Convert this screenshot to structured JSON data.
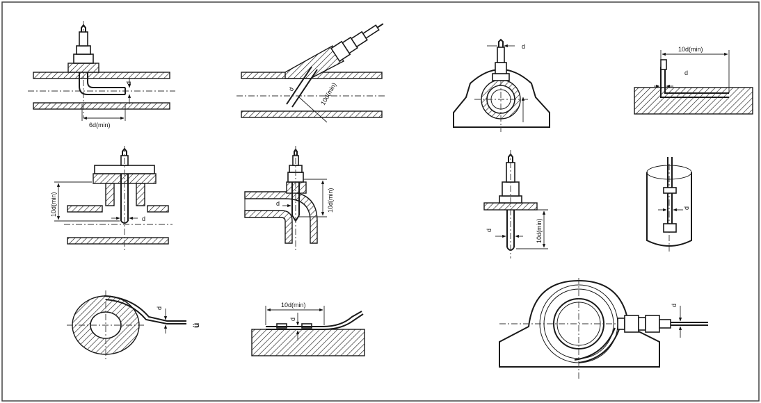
{
  "labels": {
    "fig1_len": "6d(min)",
    "fig1_d": "d",
    "fig2_len": "10d(min)",
    "fig2_d": "d",
    "fig3_d": "d",
    "fig4_len": "10d(min)",
    "fig4_d": "d",
    "fig5_len": "10d(min)",
    "fig5_d": "d",
    "fig6_len": "10d(min)",
    "fig6_d": "d",
    "fig7_len": "10d(min)",
    "fig7_d": "d",
    "fig8_d": "d",
    "fig9_d": "d",
    "fig9_mark": "ü",
    "fig10_len": "10d(min)",
    "fig10_d": "d",
    "fig11_d": "d"
  }
}
